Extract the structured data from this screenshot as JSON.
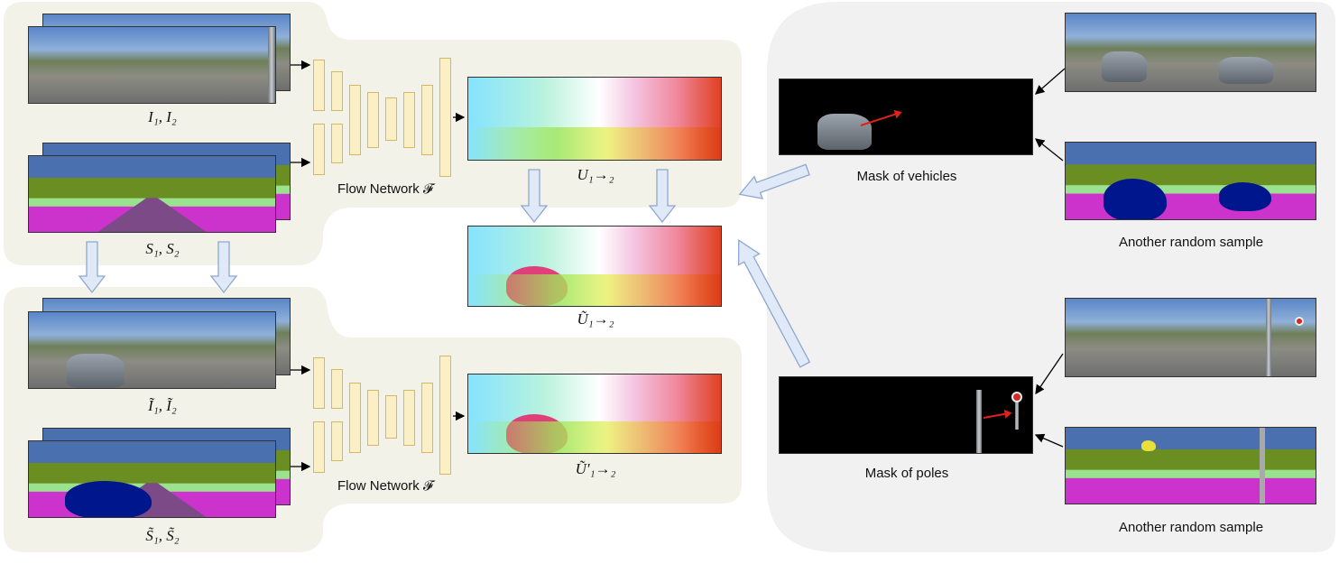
{
  "colors": {
    "panel_beige": "#f3f2e8",
    "panel_gray": "#f1f1f1",
    "encoder_fill": "#fbefc6",
    "encoder_stroke": "#d7b860",
    "block_arrow_fill": "#dfe9f8",
    "block_arrow_stroke": "#8ea7cf",
    "mask_arrow": "#e0201a"
  },
  "labels": {
    "images_pair": "I₁, I₂",
    "seg_pair": "S₁, S₂",
    "aug_images_pair": "Ĩ₁, Ĩ₂",
    "aug_seg_pair": "S̃₁, S̃₂",
    "flow_network_top": "Flow Network 𝓕",
    "flow_network_bottom": "Flow Network 𝓕",
    "flow_label": "U₁→₂",
    "aug_flow_label": "Ũ₁→₂",
    "pred_flow_label": "Ũ′₁→₂",
    "mask_vehicles": "Mask of vehicles",
    "mask_poles": "Mask of poles",
    "random_sample_top": "Another random sample",
    "random_sample_bottom": "Another random sample"
  },
  "icons": {
    "big_arrow": "hollow-block-arrow",
    "small_arrow": "black-arrow"
  }
}
